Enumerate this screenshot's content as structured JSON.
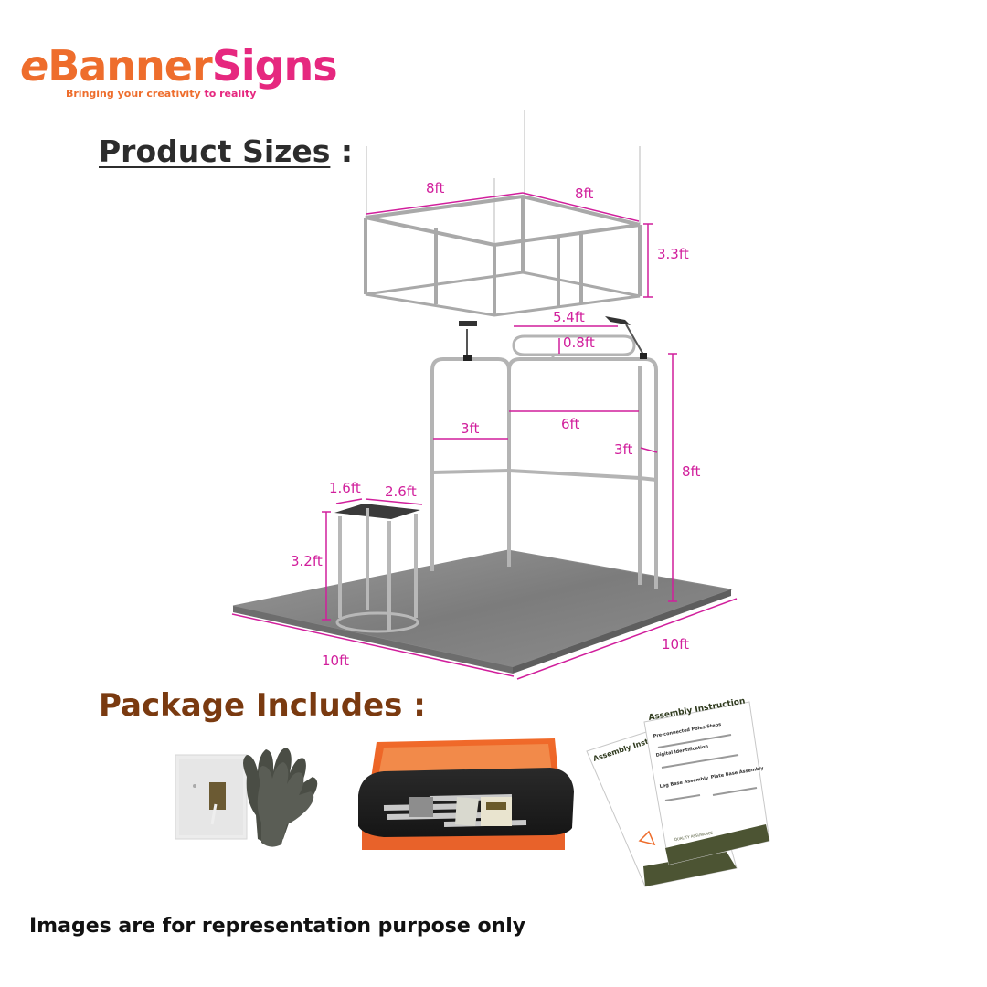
{
  "logo": {
    "e": "e",
    "banner": "Banner",
    "signs": "Signs",
    "tagline_orange": "Bringing your creativity",
    "tagline_pink": "to reality"
  },
  "headings": {
    "sizes_label": "Product Sizes",
    "sizes_colon": " :",
    "package": "Package Includes :"
  },
  "dimensions": {
    "canopy_w1": "8ft",
    "canopy_w2": "8ft",
    "canopy_h": "3.3ft",
    "header_w": "5.4ft",
    "header_h": "0.8ft",
    "frame_side": "3ft",
    "frame_back": "6ft",
    "frame_depth": "3ft",
    "frame_h": "8ft",
    "counter_d": "1.6ft",
    "counter_w": "2.6ft",
    "counter_h": "3.2ft",
    "floor_left": "10ft",
    "floor_right": "10ft"
  },
  "manual": {
    "title": "Assembly Instruction",
    "back_title": "Assembly Instruc",
    "s1": "Pre-connected Poles Steps",
    "s2": "Digital Identification",
    "s3": "Leg Base Assembly",
    "s4": "Plate Base Assembly",
    "qa": "QUALITY ASSURANCE"
  },
  "footer": "Images are for representation purpose only",
  "colors": {
    "magenta": "#d11f9c",
    "orange": "#ee6d2c",
    "pink": "#e6287f",
    "brown": "#7a3a10"
  }
}
